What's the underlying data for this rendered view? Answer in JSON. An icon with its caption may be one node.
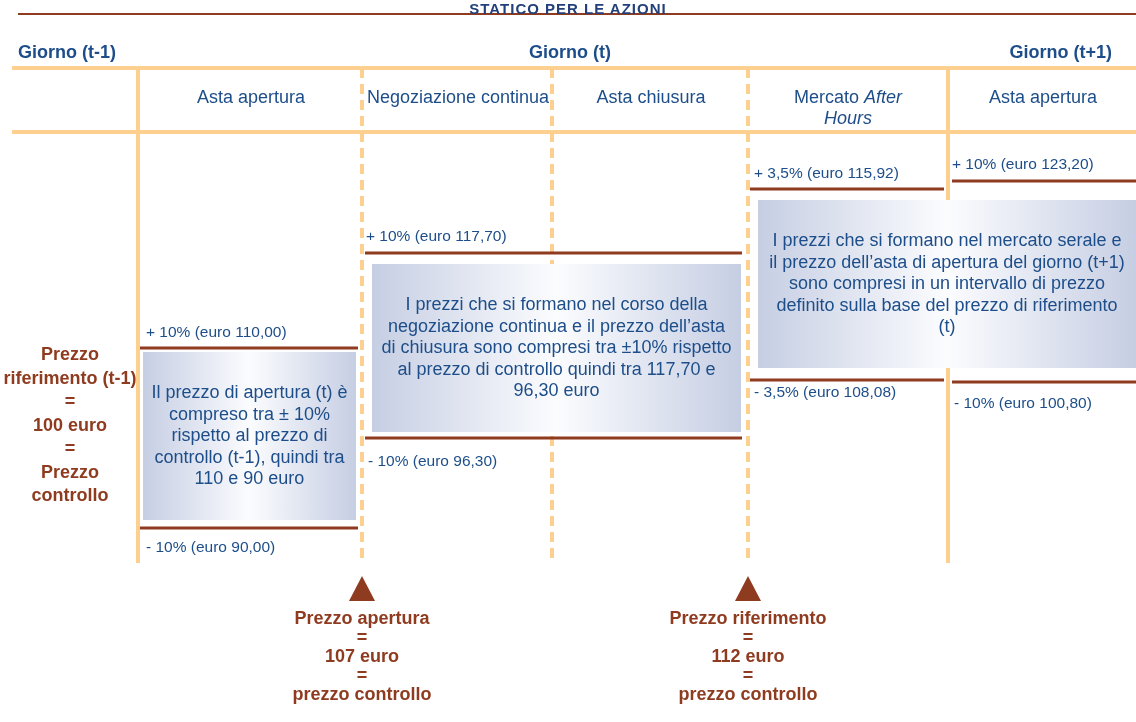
{
  "diagram": {
    "title": "STATICO PER LE AZIONI",
    "nodes": [
      {
        "text": [
          "Il prezzo di apertura (t) è compreso tra ± 10% rispetto al prezzo di controllo (t-1), quindi tra 110 e 90 euro"
        ]
      },
      {
        "text": [
          "I prezzi che si formano nel corso della negoziazione continua e il prezzo dell’asta di chiusura sono compresi tra ±10% rispetto al prezzo di controllo quindi tra 117,70 e 96,30 euro"
        ]
      },
      {
        "text": [
          "I prezzi che si formano nel mercato serale e il prezzo dell’asta di apertura del giorno (t+1) sono compresi in un intervallo di prezzo definito sulla base del prezzo di riferimento (t)"
        ]
      }
    ],
    "labels": [
      "Giorno (t-1)",
      "Giorno (t)",
      "Giorno (t+1)",
      "Asta apertura",
      "Negoziazione continua",
      "Asta chiusura",
      "Mercato *After Hours*",
      "Asta apertura",
      "+ 10% (euro 123,20)",
      "+ 3,5% (euro 115,92)",
      "+ 10% (euro 117,70)",
      "+ 10% (euro 110,00)",
      "Prezzo riferimento (t-1)",
      "=",
      "100 euro",
      "=",
      "Prezzo controllo",
      "- 3,5% (euro 108,08)",
      "- 10% (euro 100,80)",
      "- 10% (euro 96,30)",
      "- 10% (euro 90,00)",
      "Prezzo apertura",
      "=",
      "107 euro",
      "=",
      "prezzo controllo",
      "Prezzo riferimento",
      "=",
      "112 euro",
      "=",
      "prezzo controllo"
    ]
  }
}
